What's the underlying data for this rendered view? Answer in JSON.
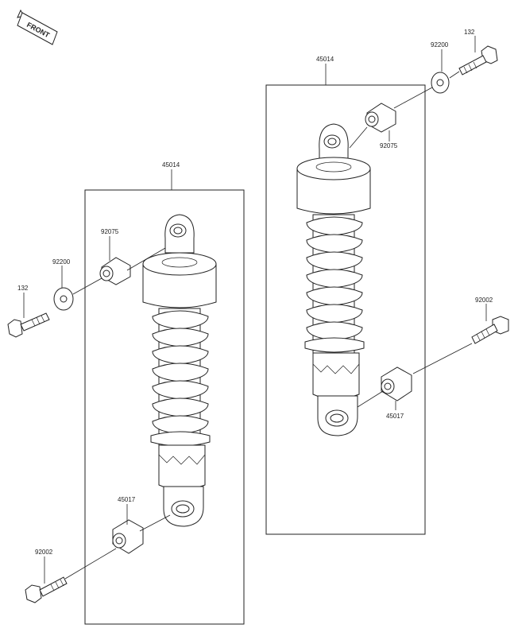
{
  "front_badge": {
    "text": "FRONT"
  },
  "labels": {
    "left": {
      "assembly": "45014",
      "bushing_top": "92075",
      "washer": "92200",
      "bolt_top": "132",
      "bushing_bottom": "45017",
      "bolt_bottom": "92002"
    },
    "right": {
      "assembly": "45014",
      "washer": "92200",
      "bolt_top": "132",
      "bushing_top": "92075",
      "bolt_bottom": "92002",
      "bushing_bottom": "45017"
    }
  },
  "colors": {
    "ink": "#222222",
    "background": "#ffffff"
  }
}
